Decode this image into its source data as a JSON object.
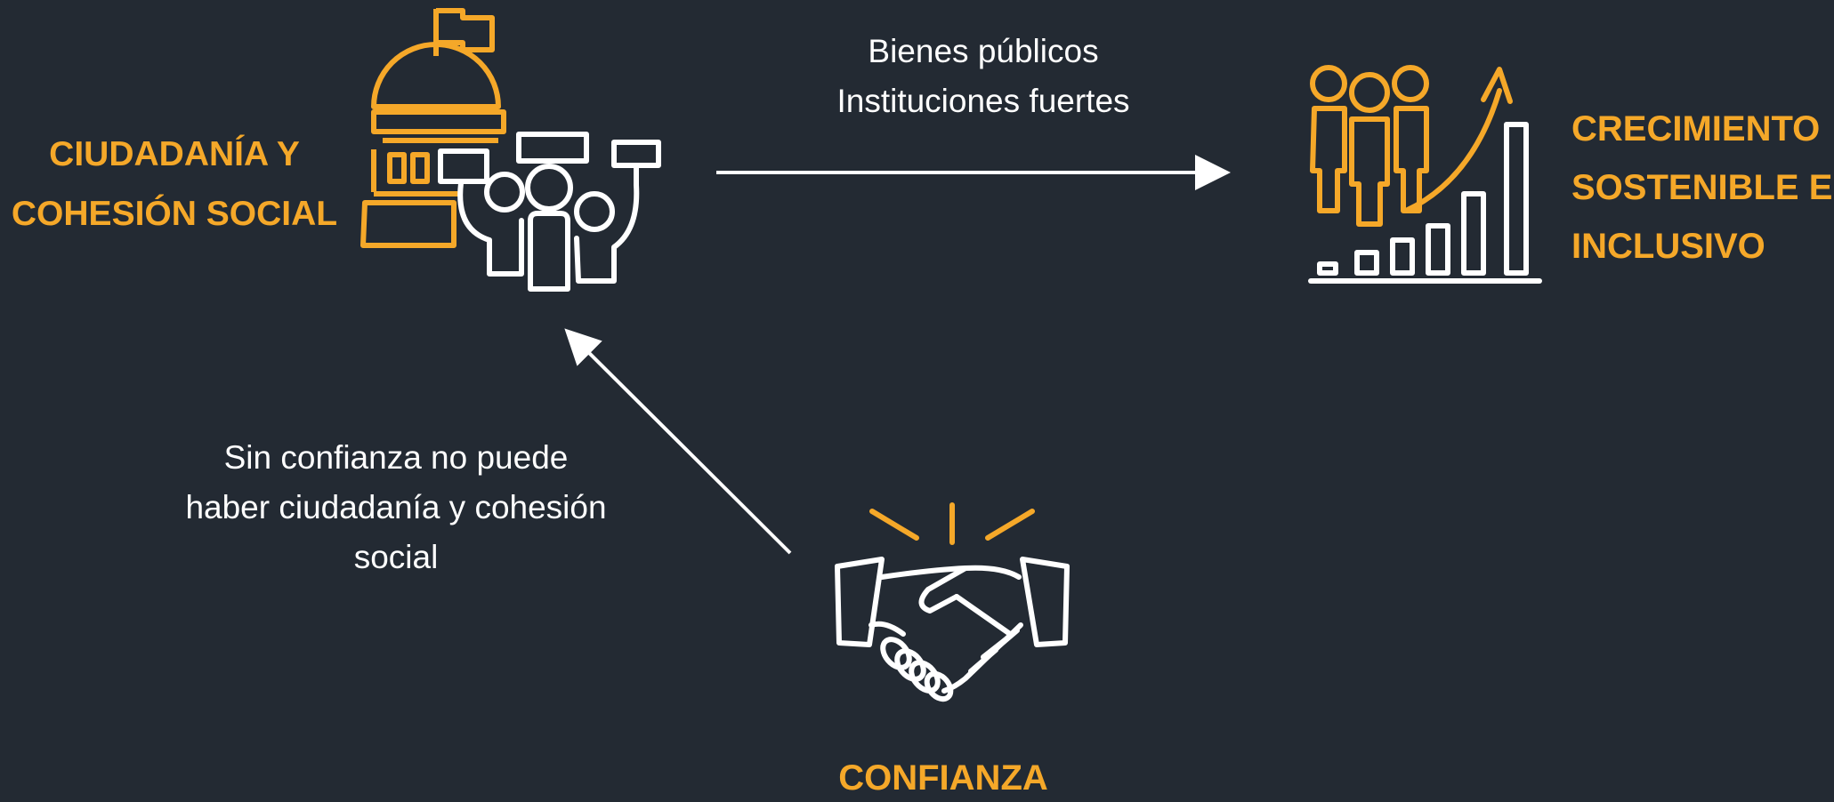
{
  "nodes": {
    "ciudadania": {
      "lines": [
        "CIUDADANÍA Y",
        "COHESIÓN SOCIAL"
      ],
      "icon": "capitol-crowd-icon"
    },
    "crecimiento": {
      "lines": [
        "CRECIMIENTO",
        "SOSTENIBLE E",
        "INCLUSIVO"
      ],
      "icon": "people-growth-chart-icon"
    },
    "confianza": {
      "lines": [
        "CONFIANZA"
      ],
      "icon": "handshake-icon"
    }
  },
  "edges": {
    "top": {
      "lines": [
        "Bienes públicos",
        "Instituciones fuertes"
      ]
    },
    "left": {
      "lines": [
        "Sin confianza no puede",
        "haber ciudadanía y cohesión",
        "social"
      ]
    }
  },
  "colors": {
    "background": "#232a33",
    "accent": "#f5a829",
    "line": "#ffffff"
  }
}
